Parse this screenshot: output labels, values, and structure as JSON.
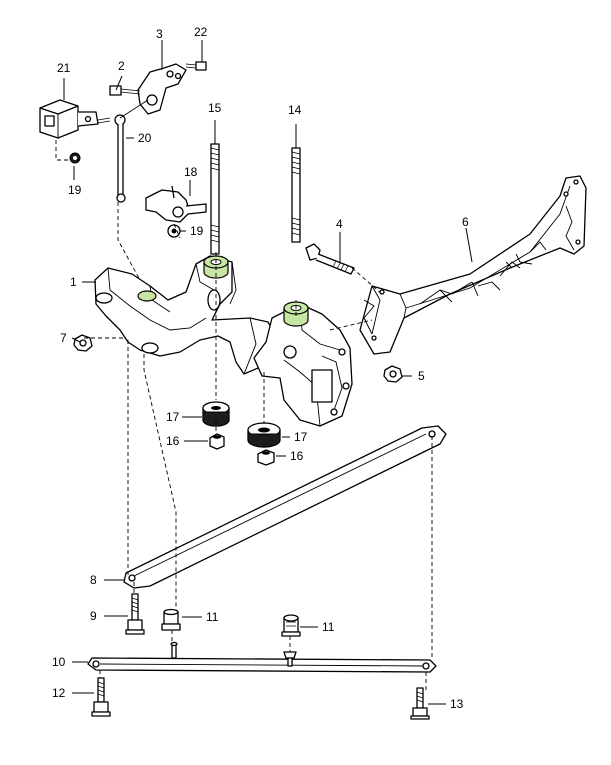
{
  "callouts": {
    "c1": "1",
    "c2": "2",
    "c3": "3",
    "c4": "4",
    "c5": "5",
    "c6": "6",
    "c7": "7",
    "c8": "8",
    "c9": "9",
    "c10": "10",
    "c11a": "11",
    "c11b": "11",
    "c12": "12",
    "c13": "13",
    "c14": "14",
    "c15": "15",
    "c16a": "16",
    "c16b": "16",
    "c17a": "17",
    "c17b": "17",
    "c18": "18",
    "c19a": "19",
    "c19b": "19",
    "c20": "20",
    "c21": "21",
    "c22": "22"
  },
  "colors": {
    "bushing_highlight": "#c7e6a4",
    "line": "#000000",
    "background": "#ffffff"
  }
}
